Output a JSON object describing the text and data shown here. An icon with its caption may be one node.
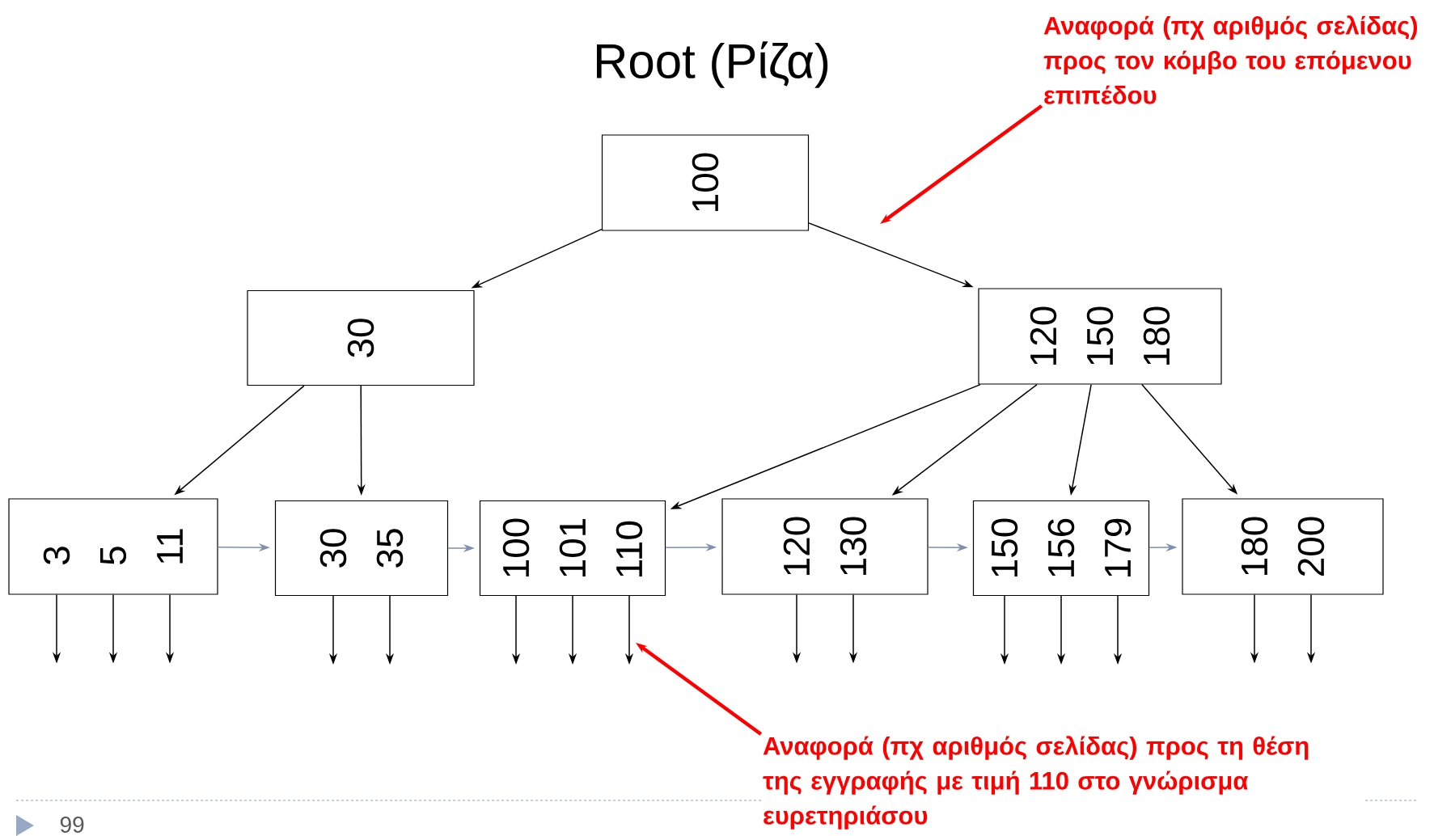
{
  "diagram": {
    "title": "Root (Ρίζα)",
    "nodes": [
      {
        "text": [
          "100"
        ]
      },
      {
        "text": [
          "30"
        ]
      },
      {
        "text": [
          "120",
          "150",
          "180"
        ]
      },
      {
        "text": [
          "3",
          "5",
          "11"
        ]
      },
      {
        "text": [
          "30",
          "35"
        ]
      },
      {
        "text": [
          "100",
          "101",
          "110"
        ]
      },
      {
        "text": [
          "120",
          "130"
        ]
      },
      {
        "text": [
          "150",
          "156",
          "179"
        ]
      },
      {
        "text": [
          "180",
          "200"
        ]
      },
      {
        "text": [
          "Αναφορά (πχ αριθμός σελίδας) προς τον κόμβο του επόμενου επιπέδου"
        ]
      },
      {
        "text": [
          "Αναφορά (πχ αριθμός σελίδας) προς τη θέση της εγγραφής με τιμή 110 στο γνώρισμα ευρετηριάσου"
        ]
      }
    ],
    "edges": [
      {
        "from": 0,
        "to": 1,
        "arrow": "to"
      },
      {
        "from": 0,
        "to": 2,
        "arrow": "to"
      },
      {
        "from": 1,
        "to": 3,
        "arrow": "to"
      },
      {
        "from": 1,
        "to": 4,
        "arrow": "to"
      },
      {
        "from": 2,
        "to": 5,
        "arrow": "to"
      },
      {
        "from": 2,
        "to": 6,
        "arrow": "to"
      },
      {
        "from": 2,
        "to": 7,
        "arrow": "to"
      },
      {
        "from": 2,
        "to": 8,
        "arrow": "to"
      },
      {
        "from": 3,
        "to": 4,
        "arrow": "to",
        "color": "#7f8fb0"
      },
      {
        "from": 4,
        "to": 5,
        "arrow": "to",
        "color": "#7f8fb0"
      },
      {
        "from": 5,
        "to": 6,
        "arrow": "to",
        "color": "#7f8fb0"
      },
      {
        "from": 6,
        "to": 7,
        "arrow": "to",
        "color": "#7f8fb0"
      },
      {
        "from": 7,
        "to": 8,
        "arrow": "to",
        "color": "#7f8fb0"
      },
      {
        "from": 3,
        "to": null,
        "arrow": "to"
      },
      {
        "from": 3,
        "to": null,
        "arrow": "to"
      },
      {
        "from": 3,
        "to": null,
        "arrow": "to"
      },
      {
        "from": 4,
        "to": null,
        "arrow": "to"
      },
      {
        "from": 4,
        "to": null,
        "arrow": "to"
      },
      {
        "from": 5,
        "to": null,
        "arrow": "to"
      },
      {
        "from": 5,
        "to": null,
        "arrow": "to"
      },
      {
        "from": 5,
        "to": null,
        "arrow": "to"
      },
      {
        "from": 6,
        "to": null,
        "arrow": "to"
      },
      {
        "from": 6,
        "to": null,
        "arrow": "to"
      },
      {
        "from": 7,
        "to": null,
        "arrow": "to"
      },
      {
        "from": 7,
        "to": null,
        "arrow": "to"
      },
      {
        "from": 7,
        "to": null,
        "arrow": "to"
      },
      {
        "from": 8,
        "to": null,
        "arrow": "to"
      },
      {
        "from": 8,
        "to": null,
        "arrow": "to"
      },
      {
        "from": 9,
        "to": null,
        "arrow": "to",
        "style": "thick",
        "color": "#ff0000"
      },
      {
        "from": 10,
        "to": null,
        "arrow": "to",
        "style": "thick",
        "color": "#ff0000"
      }
    ],
    "labels": [
      "99"
    ]
  }
}
